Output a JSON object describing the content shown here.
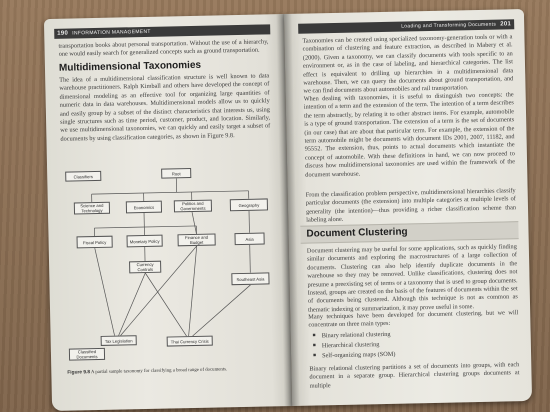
{
  "left_page": {
    "page_number": "190",
    "running_head": "INFORMATION MANAGEMENT",
    "intro_text": "transportation books about personal transportation. Without the use of a hierarchy, one would easily search for generalized concepts such as ground transportation.",
    "section_title": "Multidimensional Taxonomies",
    "body_text": "The idea of a multidimensional classification structure is well known to data warehouse practitioners. Ralph Kimball and others have developed the concept of dimensional modeling as an effective tool for organizing large quantities of numeric data in data warehouses. Multidimensional models allow us to quickly and easily group by a subset of the distinct characteristics that interests us, using single structures such as time period, customer, product, and location. Similarly, we use multidimensional taxonomies, we can quickly and easily target a subset of documents by using classification categories, as shown in Figure 9.8.",
    "figure": {
      "nodes": {
        "classifiers": "Classifiers",
        "root": "Root",
        "science": "Science and Technology",
        "economics": "Economics",
        "politics": "Politics and Governments",
        "geography": "Geography",
        "fiscal": "Fiscal Policy",
        "monetary": "Monetary Policy",
        "finance": "Finance and Budget",
        "asia": "Asia",
        "currency": "Currency Controls",
        "se_asia": "Southeast Asia",
        "documents": "Classified Documents",
        "doc_legislation": "Tax Legislation",
        "doc_currency": "Thai Currency Crisis"
      },
      "caption_label": "Figure 9.8",
      "caption_text": "A partial sample taxonomy for classifying a broad range of documents."
    }
  },
  "right_page": {
    "page_number": "201",
    "running_head": "Loading and Transforming Documents",
    "para1": "Taxonomies can be created using specialized taxonomy-generation tools or with a combination of clustering and feature extraction, as described in Mabery et al. (2000). Given a taxonomy, we can classify documents with tools specific to an environment or, as in the case of labeling, and hierarchical categories. The list effect is equivalent to drilling up hierarchies in a multidimensional data warehouse. Then, we can query the documents about ground transportation, and we can find documents about automobiles and rail transportation.",
    "para2": "When dealing with taxonomies, it is useful to distinguish two concepts: the intention of a term and the extension of the term. The intention of a term describes the term abstractly, by relating it to other abstract items. For example, automobile is a type of ground transportation. The extension of a term is the set of documents (in our case) that are about that particular term. For example, the extension of the term automobile might be documents with document IDs 2001, 2007, 11182, and 95552. The extension, thus, points to actual documents which instantiate the concept of automobile. With these definitions in hand, we can now proceed to discuss how multidimensional taxonomies are used within the framework of the document warehouse.",
    "para3": "From the classification problem perspective, multidimensional hierarchies classify particular documents (the extension) into multiple categories at multiple levels of generality (the intention)—thus providing a richer classification scheme than labeling alone.",
    "section_title": "Document Clustering",
    "para4": "Document clustering may be useful for some applications, such as quickly finding similar documents and exploring the macrostructures of a large collection of documents. Clustering can also help identify duplicate documents in the warehouse so they may be removed. Unlike classifications, clustering does not presume a preexisting set of terms or a taxonomy that is used to group documents. Instead, groups are created on the basis of the features of documents within the set of documents being clustered. Although this technique is not as common as thematic indexing or summarization, it may prove useful in some.",
    "para5": "Many techniques have been developed for document clustering, but we will concentrate on three main types:",
    "bullets": [
      "Binary relational clustering",
      "Hierarchical clustering",
      "Self-organizing maps (SOM)"
    ],
    "para6": "Binary relational clustering partitions a set of documents into groups, with each document in a separate group. Hierarchical clustering groups documents at multiple"
  }
}
